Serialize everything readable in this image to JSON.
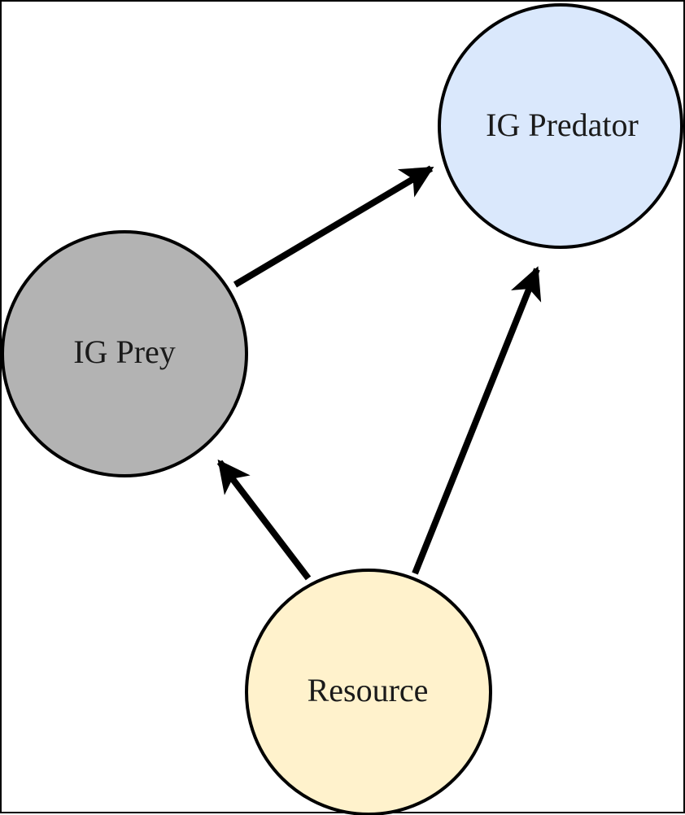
{
  "diagram": {
    "nodes": {
      "predator": {
        "label": "IG Predator",
        "fill": "#dae8fc"
      },
      "prey": {
        "label": "IG Prey",
        "fill": "#b3b3b3"
      },
      "resource": {
        "label": "Resource",
        "fill": "#fff2cc"
      }
    },
    "edges": [
      {
        "from": "IG Prey",
        "to": "IG Predator"
      },
      {
        "from": "Resource",
        "to": "IG Prey"
      },
      {
        "from": "Resource",
        "to": "IG Predator"
      }
    ],
    "stroke_color": "#000000"
  }
}
